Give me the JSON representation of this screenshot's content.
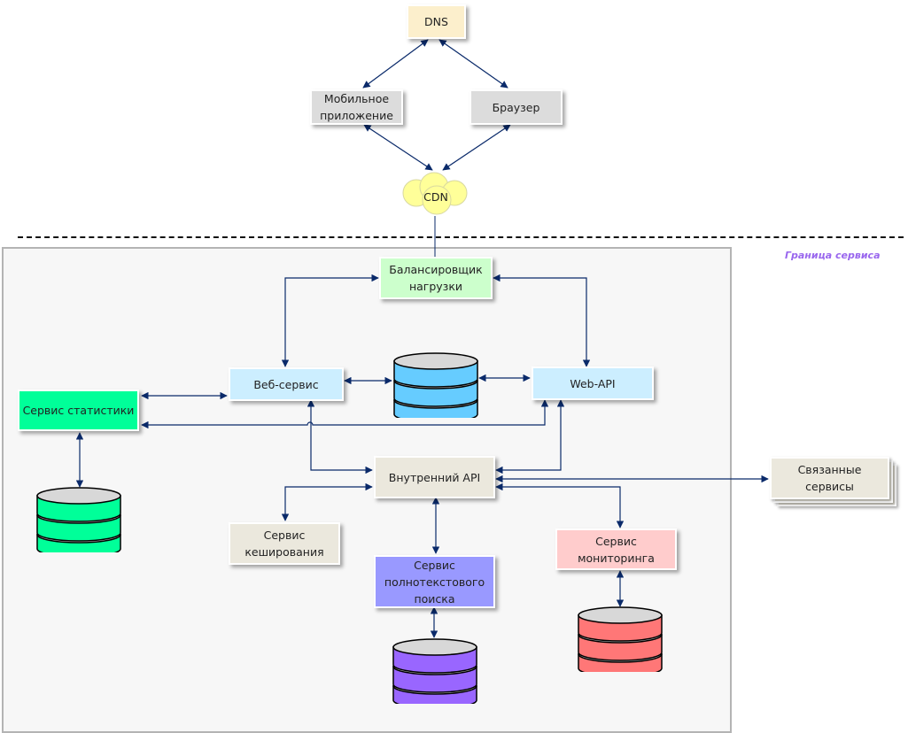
{
  "boundary": {
    "label": "Граница сервиса"
  },
  "nodes": {
    "dns": {
      "label": "DNS",
      "color": "#fcefcc"
    },
    "mobile": {
      "label": "Мобильное\nприложение",
      "color": "#dcdcdc"
    },
    "browser": {
      "label": "Браузер",
      "color": "#dcdcdc"
    },
    "cdn": {
      "label": "CDN",
      "color": "#ffff99"
    },
    "balancer": {
      "label": "Балансировщик\nнагрузки",
      "color": "#ccffcc"
    },
    "web_service": {
      "label": "Веб-сервис",
      "color": "#cceeff"
    },
    "web_api": {
      "label": "Web-API",
      "color": "#cceeff"
    },
    "stats": {
      "label": "Сервис статистики",
      "color": "#00ff99"
    },
    "internal_api": {
      "label": "Внутренний API",
      "color": "#ebe8dd"
    },
    "cache": {
      "label": "Сервис\nкеширования",
      "color": "#ebe8dd"
    },
    "fulltext": {
      "label": "Сервис\nполнотекстового\nпоиска",
      "color": "#9999ff"
    },
    "monitoring": {
      "label": "Сервис\nмониторинга",
      "color": "#ffcccc"
    },
    "related": {
      "label": "Связанные\nсервисы",
      "color": "#ebe8dd"
    }
  },
  "databases": {
    "main": {
      "color": "#66ccff"
    },
    "stats": {
      "color": "#00ff99"
    },
    "fulltext": {
      "color": "#9966ff"
    },
    "monitoring": {
      "color": "#ff7777"
    }
  },
  "edge_color": "#0a2a6a"
}
